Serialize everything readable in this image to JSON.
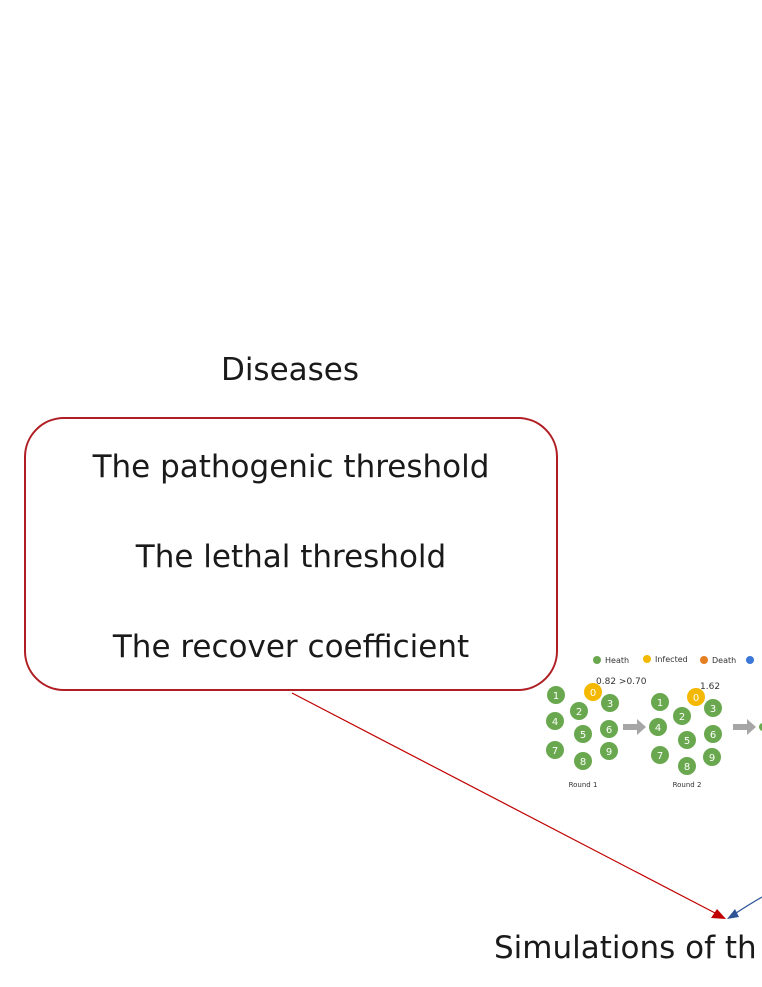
{
  "diagram": {
    "section_title": "Diseases",
    "box_lines": [
      "The pathogenic threshold",
      "The lethal threshold",
      "The recover coefficient"
    ],
    "bottom_label": "Simulations of th",
    "legend": [
      {
        "label": "Heath",
        "color": "#6aa84f"
      },
      {
        "label": "Infected",
        "color": "#f4b800"
      },
      {
        "label": "Death",
        "color": "#e67e22"
      },
      {
        "label": "",
        "color": "#3c78d8"
      }
    ],
    "rounds": [
      {
        "label": "Round 1",
        "annotation": "0.82 >0.70",
        "center": "0",
        "nodes": [
          "1",
          "2",
          "3",
          "4",
          "5",
          "6",
          "7",
          "8",
          "9"
        ]
      },
      {
        "label": "Round 2",
        "annotation": "1.62",
        "center": "0",
        "nodes": [
          "1",
          "2",
          "3",
          "4",
          "5",
          "6",
          "7",
          "8",
          "9"
        ]
      }
    ],
    "colors": {
      "box_border": "#b01e23",
      "arrow_red": "#c00000",
      "arrow_blue": "#2f5597",
      "node_green": "#6aa84f",
      "node_yellow": "#f4b800",
      "flow_arrow": "#a6a6a6"
    }
  }
}
